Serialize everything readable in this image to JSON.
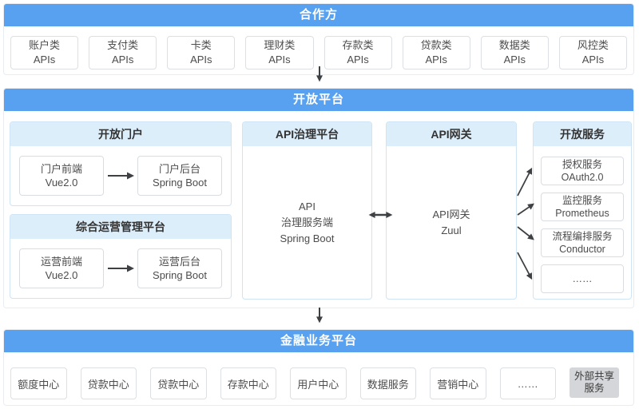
{
  "colors": {
    "accent_blue": "#57a1f0",
    "panel_header_bg": "#ddeefb",
    "panel_border": "#cfe4f4",
    "box_border": "#dcdfe3",
    "gray_box_bg": "#d4d6d9",
    "arrow": "#3e4144",
    "text_dark": "#333333",
    "text_box": "#4c4c4c"
  },
  "partners": {
    "title": "合作方",
    "apis": [
      {
        "name": "账户类",
        "type": "APIs"
      },
      {
        "name": "支付类",
        "type": "APIs"
      },
      {
        "name": "卡类",
        "type": "APIs"
      },
      {
        "name": "理财类",
        "type": "APIs"
      },
      {
        "name": "存款类",
        "type": "APIs"
      },
      {
        "name": "贷款类",
        "type": "APIs"
      },
      {
        "name": "数据类",
        "type": "APIs"
      },
      {
        "name": "风控类",
        "type": "APIs"
      }
    ]
  },
  "open_platform": {
    "title": "开放平台",
    "portal": {
      "title": "开放门户",
      "frontend": {
        "name": "门户前端",
        "tech": "Vue2.0"
      },
      "backend": {
        "name": "门户后台",
        "tech": "Spring Boot"
      }
    },
    "ops": {
      "title": "综合运营管理平台",
      "frontend": {
        "name": "运营前端",
        "tech": "Vue2.0"
      },
      "backend": {
        "name": "运营后台",
        "tech": "Spring Boot"
      }
    },
    "governance": {
      "title": "API治理平台",
      "line1": "API",
      "line2": "治理服务端",
      "line3": "Spring Boot"
    },
    "gateway": {
      "title": "API网关",
      "line1": "API网关",
      "line2": "Zuul"
    },
    "services": {
      "title": "开放服务",
      "items": [
        {
          "name": "授权服务",
          "tech": "OAuth2.0"
        },
        {
          "name": "监控服务",
          "tech": "Prometheus"
        },
        {
          "name": "流程编排服务",
          "tech": "Conductor"
        },
        {
          "name": "……",
          "tech": ""
        }
      ]
    }
  },
  "finance": {
    "title": "金融业务平台",
    "centers": [
      "额度中心",
      "贷款中心",
      "贷款中心",
      "存款中心",
      "用户中心",
      "数据服务",
      "营销中心",
      "……"
    ],
    "external": {
      "line1": "外部共享",
      "line2": "服务"
    }
  }
}
